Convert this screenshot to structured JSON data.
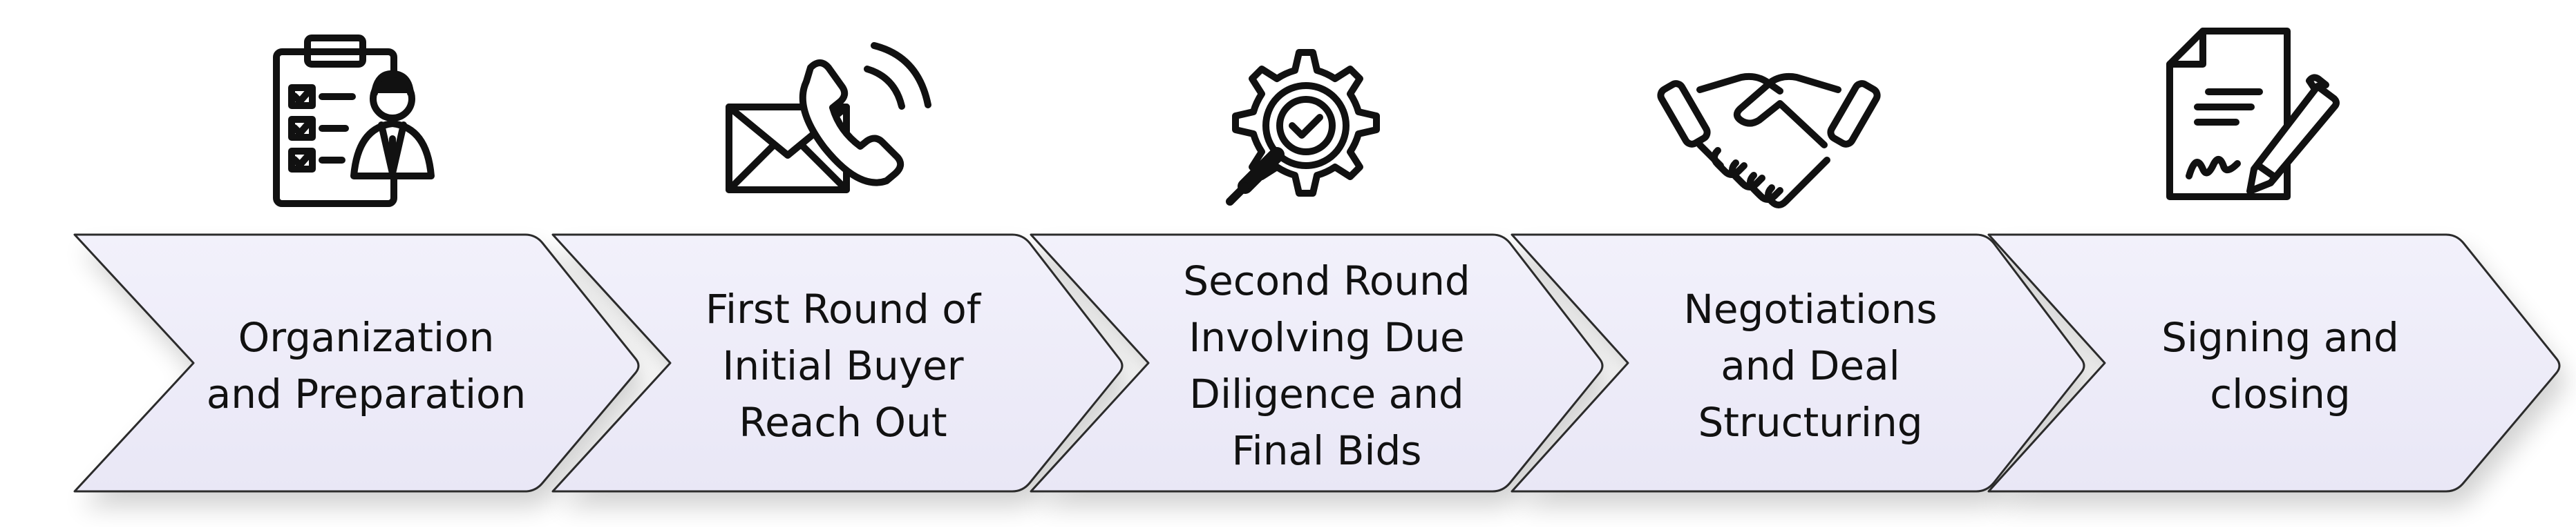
{
  "colors": {
    "chevron_fill": "#eeecf8",
    "chevron_stroke": "#2b2b2b",
    "icon_stroke": "#111111",
    "text": "#111111"
  },
  "steps": [
    {
      "label": "Organization\nand Preparation",
      "icon": "clipboard-checklist-person-icon"
    },
    {
      "label": "First Round of\nInitial Buyer\nReach Out",
      "icon": "envelope-phone-icon"
    },
    {
      "label": "Second Round\nInvolving Due\nDiligence and\nFinal Bids",
      "icon": "gear-magnifier-check-icon"
    },
    {
      "label": "Negotiations\nand Deal\nStructuring",
      "icon": "handshake-icon"
    },
    {
      "label": "Signing and\nclosing",
      "icon": "document-pen-signature-icon"
    }
  ]
}
